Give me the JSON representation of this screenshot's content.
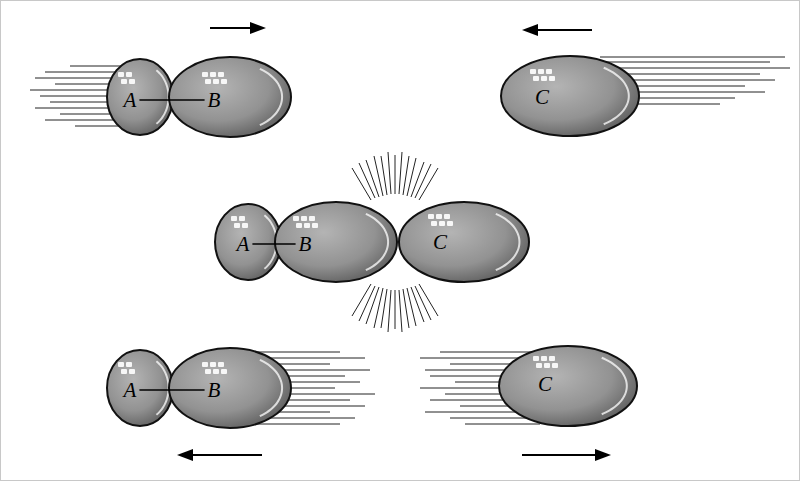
{
  "diagram": {
    "nodes": [
      {
        "text": [
          "A"
        ]
      },
      {
        "text": [
          "B"
        ]
      },
      {
        "text": [
          "C"
        ]
      },
      {
        "text": [
          "A"
        ]
      },
      {
        "text": [
          "B"
        ]
      },
      {
        "text": [
          "C"
        ]
      },
      {
        "text": [
          "A"
        ]
      },
      {
        "text": [
          "B"
        ]
      },
      {
        "text": [
          "C"
        ]
      }
    ],
    "edges": [
      {
        "from": 0,
        "to": 1,
        "arrow": "none"
      },
      {
        "from": 3,
        "to": 4,
        "arrow": "none"
      },
      {
        "from": 6,
        "to": 7,
        "arrow": "none"
      }
    ]
  }
}
